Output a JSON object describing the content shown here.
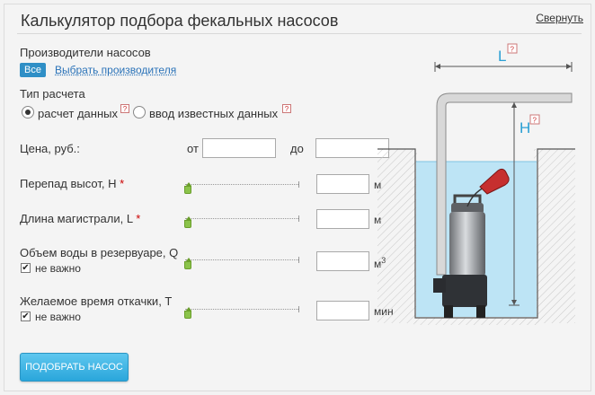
{
  "header": {
    "title": "Калькулятор подбора фекальных насосов",
    "collapse_label": "Свернуть"
  },
  "manufacturers": {
    "label": "Производители насосов",
    "all_tag": "Все",
    "choose_link": "Выбрать производителя"
  },
  "calc_type": {
    "label": "Тип расчета",
    "options": [
      {
        "label": "расчет данных",
        "selected": true
      },
      {
        "label": "ввод известных данных",
        "selected": false
      }
    ],
    "help_mark": "?"
  },
  "fields": {
    "price": {
      "label": "Цена, руб.:",
      "from_label": "от",
      "to_label": "до",
      "from_value": "",
      "to_value": ""
    },
    "height_diff": {
      "label": "Перепад высот, H",
      "required_mark": "*",
      "unit": "м",
      "value": ""
    },
    "main_length": {
      "label": "Длина магистрали, L",
      "required_mark": "*",
      "unit": "м",
      "value": ""
    },
    "water_volume": {
      "label": "Объем воды в резервуаре, Q",
      "unit": "м",
      "unit_sup": "3",
      "value": "",
      "not_important_label": "не важно",
      "not_important_checked": true
    },
    "pump_time": {
      "label": "Желаемое время откачки, T",
      "unit": "мин",
      "value": "",
      "not_important_label": "не важно",
      "not_important_checked": true
    }
  },
  "submit": {
    "label": "ПОДОБРАТЬ НАСОС"
  },
  "diagram": {
    "label_l": "L",
    "label_h": "H",
    "help_mark": "?"
  },
  "colors": {
    "accent": "#2f8fc6",
    "button": "#2aa6db",
    "water": "#bde4f5",
    "slider": "#8bc34a",
    "required": "#cc0000"
  }
}
